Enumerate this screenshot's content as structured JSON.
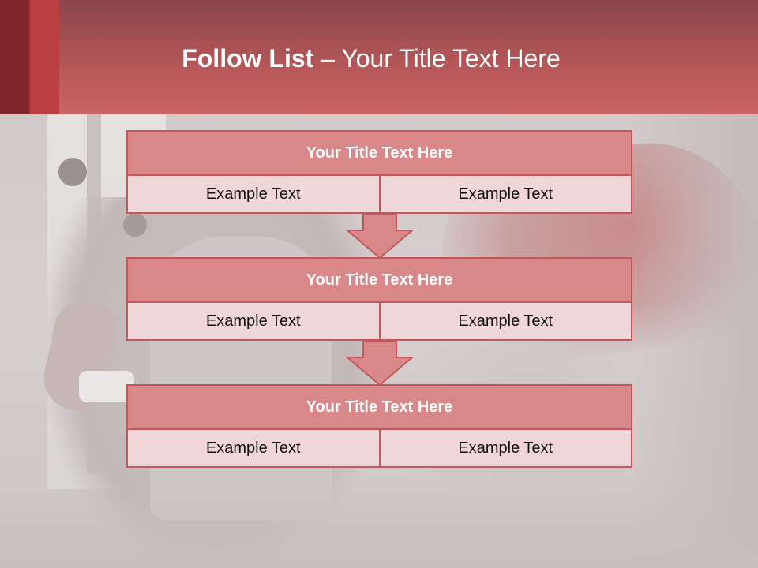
{
  "header": {
    "title_bold": "Follow List",
    "title_separator": " – ",
    "title_rest": "Your Title Text Here"
  },
  "blocks": [
    {
      "title": "Your Title Text Here",
      "left": "Example Text",
      "right": "Example Text"
    },
    {
      "title": "Your Title Text Here",
      "left": "Example Text",
      "right": "Example Text"
    },
    {
      "title": "Your Title Text Here",
      "left": "Example Text",
      "right": "Example Text"
    }
  ],
  "colors": {
    "header": "#c96467",
    "block_title": "#d98889",
    "block_body": "#f0d6d8",
    "border": "#c4575b",
    "arrow": "#d98889"
  },
  "icons": [
    "down-arrow-icon",
    "down-arrow-icon"
  ]
}
